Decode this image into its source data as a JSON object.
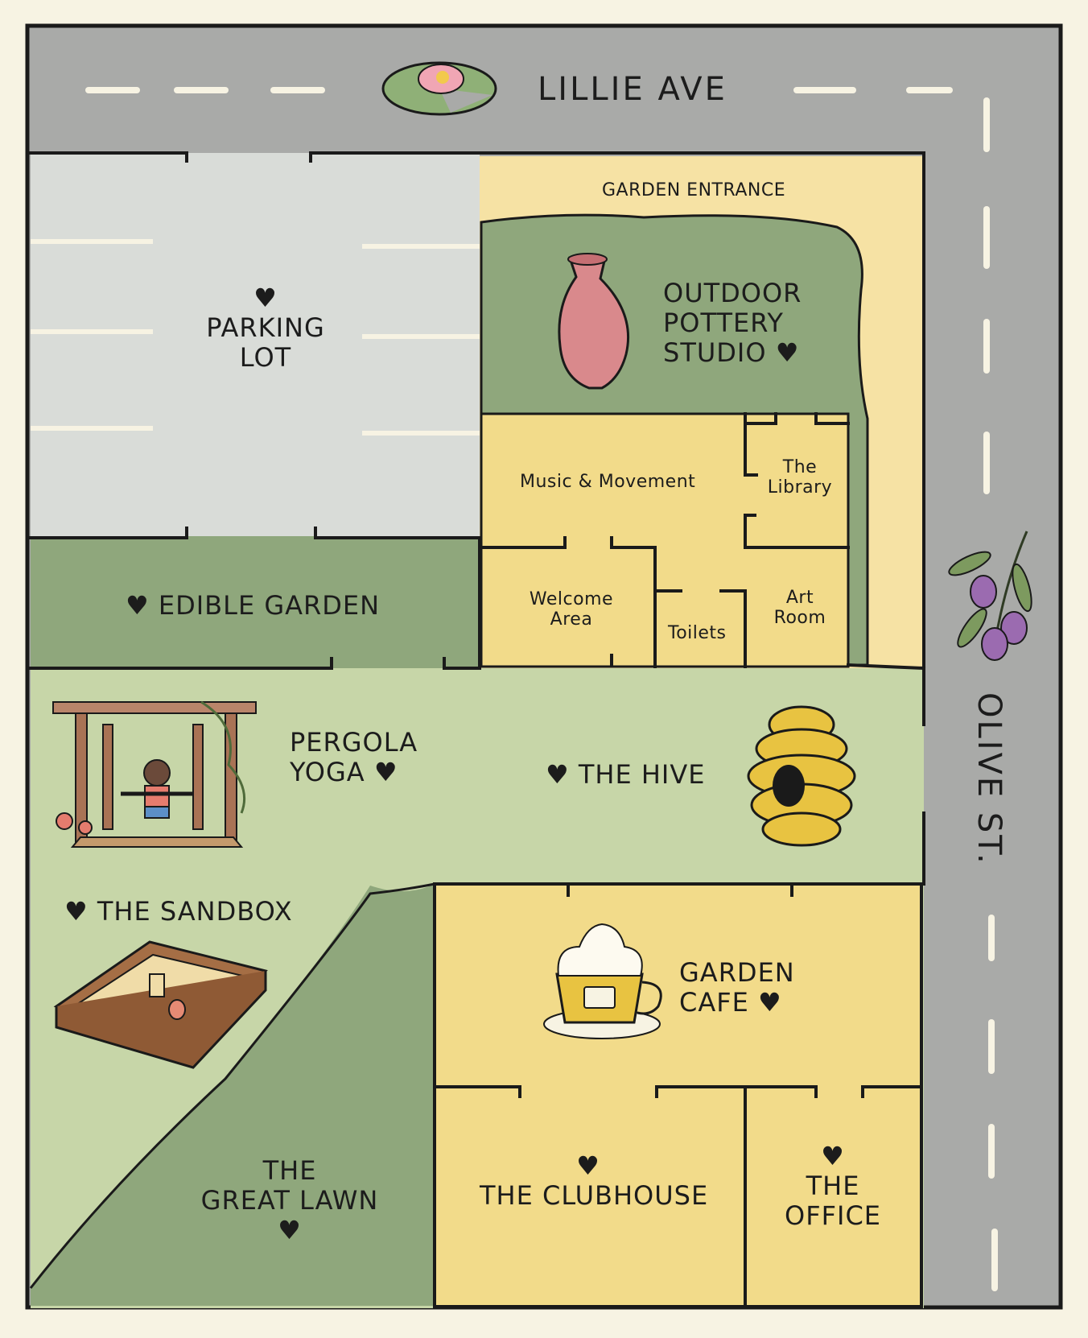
{
  "map": {
    "streets": {
      "north": "LILLIE AVE",
      "east": "OLIVE ST."
    },
    "labels": {
      "garden_entrance": "GARDEN ENTRANCE",
      "parking_lot": [
        "PARKING",
        "LOT"
      ],
      "pottery": [
        "OUTDOOR",
        "POTTERY",
        "STUDIO"
      ],
      "music": "Music & Movement",
      "library": [
        "The",
        "Library"
      ],
      "welcome": [
        "Welcome",
        "Area"
      ],
      "toilets": "Toilets",
      "art_room": [
        "Art",
        "Room"
      ],
      "edible_garden": "EDIBLE GARDEN",
      "pergola": [
        "PERGOLA",
        "YOGA"
      ],
      "hive": "THE HIVE",
      "sandbox": "THE SANDBOX",
      "cafe": [
        "GARDEN",
        "CAFE"
      ],
      "great_lawn": [
        "THE",
        "GREAT LAWN"
      ],
      "clubhouse": "THE CLUBHOUSE",
      "office": [
        "THE",
        "OFFICE"
      ]
    },
    "heart_symbol": "♥",
    "colors": {
      "road": "#a9aaa8",
      "parking": "#d9dcd8",
      "lawn": "#c7d6a8",
      "dark_green": "#8fa77c",
      "building": "#f2db8a",
      "entrance": "#f6e2a4",
      "background": "#f7f3e3"
    },
    "icons": [
      "lily-pad-icon",
      "vase-icon",
      "olive-branch-icon",
      "beehive-icon",
      "pergola-icon",
      "sandbox-icon",
      "coffee-cup-icon"
    ]
  }
}
